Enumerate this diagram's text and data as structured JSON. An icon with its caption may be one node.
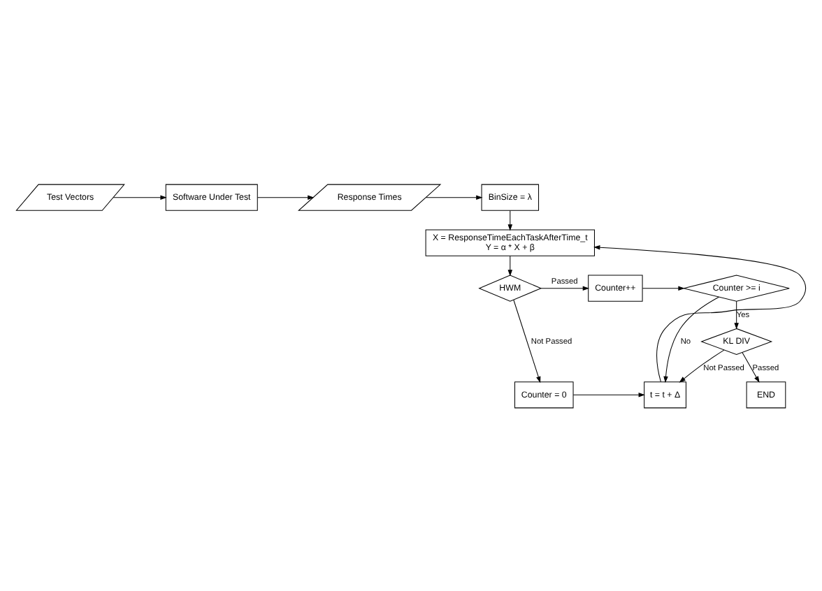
{
  "diagram": {
    "nodes": [
      {
        "text": [
          "Test Vectors"
        ]
      },
      {
        "text": [
          "Software Under Test"
        ]
      },
      {
        "text": [
          "Response Times"
        ]
      },
      {
        "text": [
          "BinSize = λ"
        ]
      },
      {
        "text": [
          "X = ResponseTimeEachTaskAfterTime_t",
          "Y = α * X + β"
        ]
      },
      {
        "text": [
          "Counter >= i"
        ]
      },
      {
        "text": [
          "Counter++"
        ]
      },
      {
        "text": [
          "HWM"
        ]
      },
      {
        "text": [
          "Counter = 0"
        ]
      },
      {
        "text": [
          "t = t + Δ"
        ]
      },
      {
        "text": [
          "KL DIV"
        ]
      },
      {
        "text": [
          "END"
        ]
      }
    ],
    "edges": [
      {
        "from": 0,
        "to": 1,
        "arrow": "to"
      },
      {
        "from": 1,
        "to": 2,
        "arrow": "to"
      },
      {
        "from": 2,
        "to": 3,
        "arrow": "to"
      },
      {
        "from": 3,
        "to": 4,
        "arrow": "to"
      },
      {
        "from": 4,
        "to": 7,
        "arrow": "to"
      },
      {
        "from": 7,
        "to": 6,
        "arrow": "to",
        "label": "Passed"
      },
      {
        "from": 6,
        "to": 5,
        "arrow": "to"
      },
      {
        "from": 5,
        "to": 10,
        "arrow": "to",
        "label": "Yes"
      },
      {
        "from": 5,
        "to": 9,
        "arrow": "to",
        "label": "No"
      },
      {
        "from": 7,
        "to": 8,
        "arrow": "to",
        "label": "Not Passed"
      },
      {
        "from": 8,
        "to": 9,
        "arrow": "to"
      },
      {
        "from": 9,
        "to": 4,
        "arrow": "to"
      },
      {
        "from": 10,
        "to": 9,
        "arrow": "to",
        "label": "Not Passed"
      },
      {
        "from": 10,
        "to": 11,
        "arrow": "to",
        "label": "Passed"
      }
    ]
  }
}
